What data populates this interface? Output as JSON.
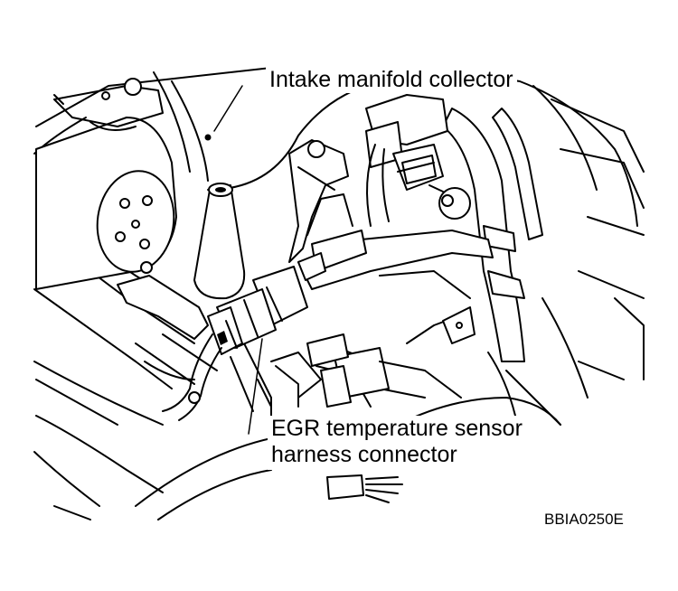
{
  "callouts": {
    "intake_manifold_collector": "Intake manifold collector",
    "egr_sensor_connector_line1": "EGR temperature sensor",
    "egr_sensor_connector_line2": "harness connector"
  },
  "figure_code": "BBIA0250E"
}
